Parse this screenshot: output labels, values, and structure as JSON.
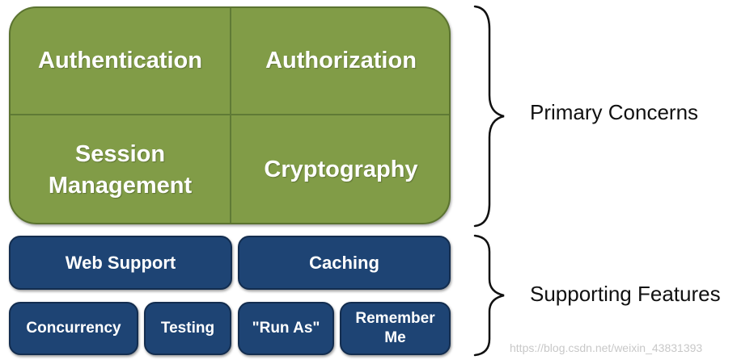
{
  "primary": {
    "authentication": "Authentication",
    "authorization": "Authorization",
    "session_management": "Session\nManagement",
    "cryptography": "Cryptography",
    "label": "Primary Concerns"
  },
  "supporting": {
    "web_support": "Web Support",
    "caching": "Caching",
    "concurrency": "Concurrency",
    "testing": "Testing",
    "run_as": "\"Run As\"",
    "remember_me": "Remember\nMe",
    "label": "Supporting Features"
  },
  "watermark": "https://blog.csdn.net/weixin_43831393",
  "colors": {
    "primary_fill": "#819c47",
    "supporting_fill": "#1e4474",
    "text": "#ffffff"
  }
}
